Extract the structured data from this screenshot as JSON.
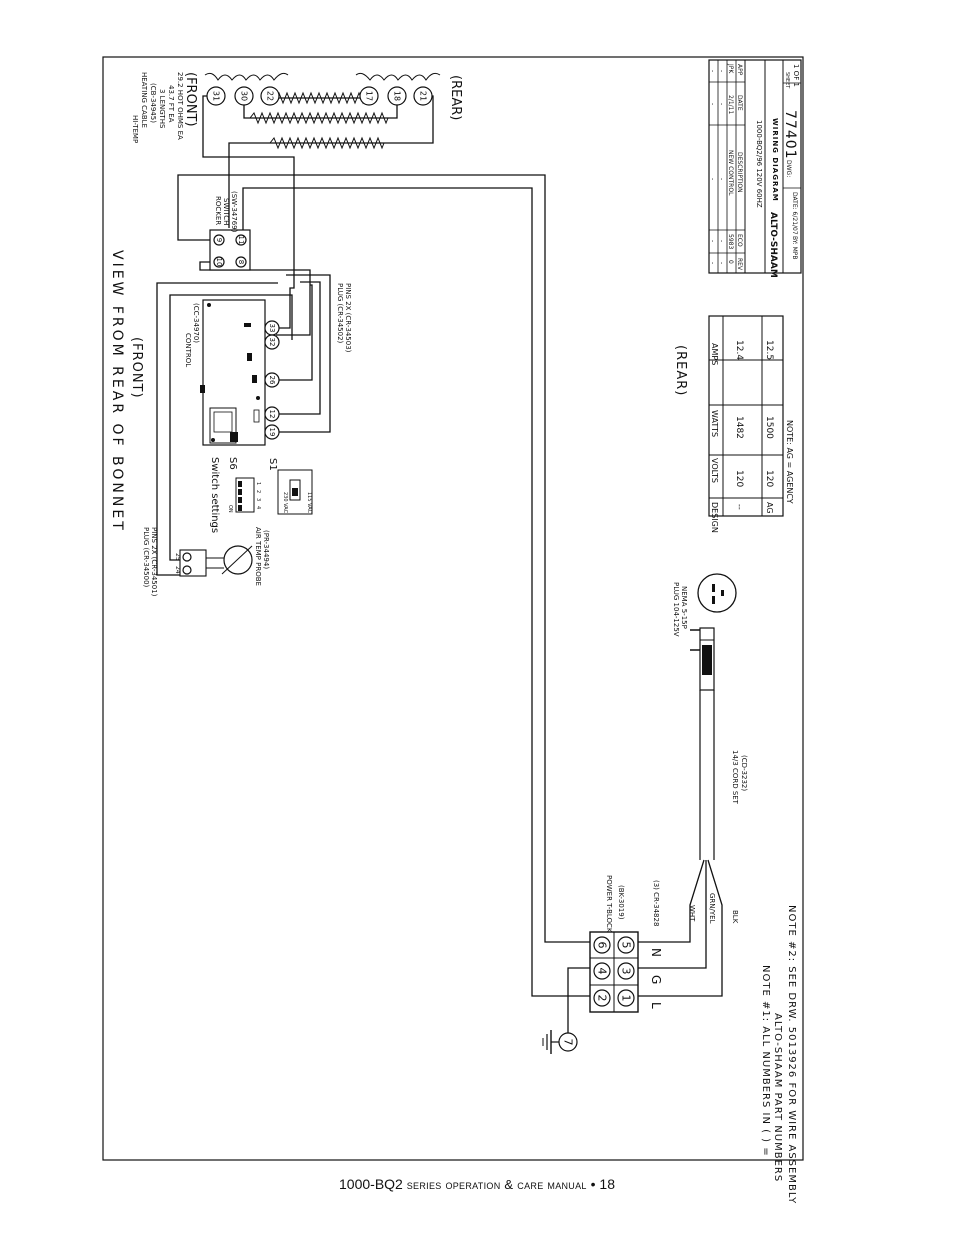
{
  "labels": {
    "view_title": "VIEW FROM REAR OF BONNET",
    "front": "(FRONT)",
    "front_heater": "(FRONT)",
    "rear_heater": "(REAR)",
    "rear_table": "(REAR)",
    "heating_cable": [
      "HI-TEMP",
      "HEATING CABLE",
      "(CB-34945)",
      "3 LENGTHS",
      "43.7 FT EA",
      "29.2 HOT OHMS EA"
    ],
    "rocker_switch": [
      "ROCKER",
      "SWITCH",
      "(SW-34769)"
    ],
    "control": [
      "CONTROL",
      "(CC-34970)"
    ],
    "plug_control": [
      "PLUG (CR-34502)",
      "PINS 2X (CR-34503)"
    ],
    "switch_settings": "Switch settings",
    "s6": "S6",
    "s1": "S1",
    "on": "ON",
    "dip_numbers": [
      "1",
      "2",
      "3",
      "4"
    ],
    "v230": "230 VAC",
    "v115": "115 VAC",
    "plug_probe": [
      "PLUG (CR-34500)",
      "PINS 2X (CR-34501)"
    ],
    "probe": [
      "AIR TEMP PROBE",
      "(PR-34494)"
    ],
    "plug_power": [
      "PLUG 104-125V",
      "NEMA 5-15P"
    ],
    "cord_set": [
      "14/3 CORD SET",
      "(CD-3232)"
    ],
    "tblock": [
      "POWER T-BLOCK",
      "(BK-3019)"
    ],
    "cr_34828": "(3) CR-34828",
    "wire_wht": "WHT",
    "wire_grn": "GRN/YEL",
    "wire_blk": "BLK",
    "tb_letters": [
      "L",
      "G",
      "N"
    ],
    "note1": "NOTE #1: ALL NUMBERS IN ( ) =",
    "note1b": "ALTO-SHAAM PART NUMBERS",
    "note2": "NOTE #2: SEE DRW. 5013926 FOR WIRE ASSEMBLY",
    "note_ag": "NOTE: AG = AGENCY"
  },
  "terminals": {
    "heater": [
      "31",
      "30",
      "22",
      "17",
      "18",
      "21"
    ],
    "rocker": [
      "9",
      "11",
      "10",
      "8"
    ],
    "control": [
      "33",
      "32",
      "26",
      "12",
      "19"
    ],
    "probe": [
      "24",
      "25"
    ],
    "tblock": [
      "6",
      "5",
      "4",
      "3",
      "2",
      "1"
    ],
    "ground": "7"
  },
  "spec_table": {
    "headers": [
      "DESIGN",
      "VOLTS",
      "WATTS",
      "AMPS"
    ],
    "rows": [
      [
        "--",
        "120",
        "1482",
        "12.4"
      ],
      [
        "AG",
        "120",
        "1500",
        "12.5"
      ]
    ]
  },
  "title_block": {
    "revisions": [
      [
        "-",
        "-",
        "-",
        "-",
        "-"
      ],
      [
        "-",
        "-",
        "-",
        "-",
        "-"
      ],
      [
        "0",
        "5983",
        "NEW CONTROL",
        "2/1/11",
        "JPK"
      ]
    ],
    "rev_headers": [
      "REV",
      "ECO",
      "DESCRIPTION",
      "DATE",
      "APP"
    ],
    "company": "ALTO-SHAAM",
    "model": "1000-BQ2/96 120V 60HZ",
    "drawing_title": "WIRING DIAGRAM",
    "by": "BY: MPB",
    "date": "DATE: 6/21/07",
    "dwg_label": "DWG:",
    "dwg_number": "77401",
    "sheet_label": "SHEET",
    "sheet": "1 OF 1"
  },
  "footer": {
    "model": "1000-BQ2",
    "manual": "series operation & care manual",
    "separator": "•",
    "page": "18"
  }
}
